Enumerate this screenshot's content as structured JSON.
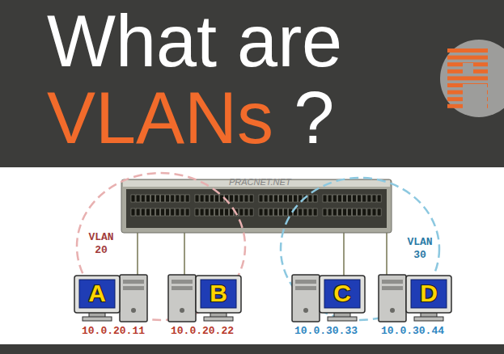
{
  "diagram": {
    "title": "What are VLANs ?",
    "nodes": [
      {
        "text": [
          "VLAN 20"
        ]
      },
      {
        "text": [
          "A",
          "10.0.20.11"
        ],
        "in": 0
      },
      {
        "text": [
          "B",
          "10.0.20.22"
        ],
        "in": 0
      },
      {
        "text": [
          "VLAN 30"
        ]
      },
      {
        "text": [
          "C",
          "10.0.30.33"
        ],
        "in": 3
      },
      {
        "text": [
          "D",
          "10.0.30.44"
        ],
        "in": 3
      }
    ],
    "labels": [
      "PRACNET.NET"
    ]
  }
}
